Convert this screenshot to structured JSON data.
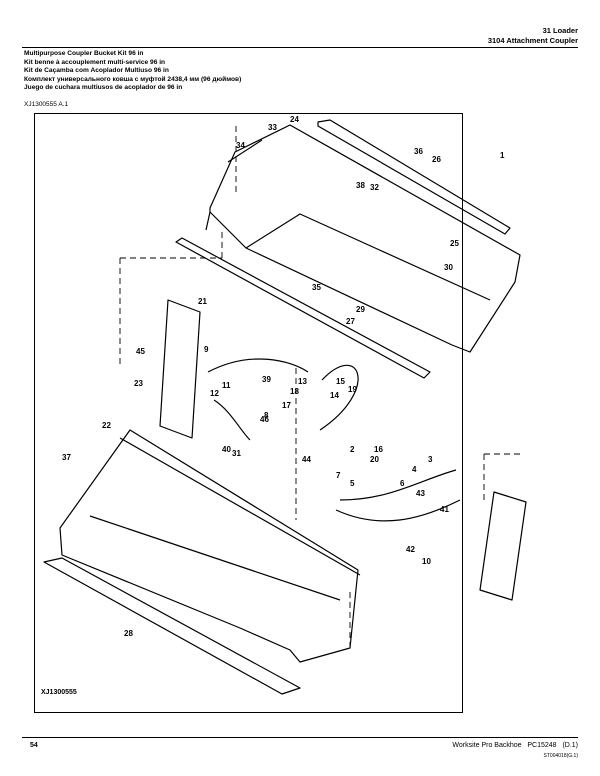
{
  "header": {
    "section": "31 Loader",
    "subsection": "3104 Attachment Coupler"
  },
  "titles": [
    "Multipurpose Coupler Bucket Kit 96 in",
    "Kit benne à accouplement multi-service 96 in",
    "Kit de Caçamba com Acoplador Multiuso 96 in",
    "Комплект универсального ковша с муфтой 2438,4 мм (96 дюймов)",
    "Juego de cuchara multiusos de acoplador de 96 in"
  ],
  "art_code_top": "XJ1300555 A.1",
  "art_code_bottom": "XJ1300555",
  "callouts": [
    "1",
    "2",
    "3",
    "4",
    "5",
    "6",
    "7",
    "8",
    "9",
    "10",
    "11",
    "12",
    "13",
    "14",
    "15",
    "16",
    "17",
    "18",
    "19",
    "20",
    "21",
    "22",
    "23",
    "24",
    "25",
    "26",
    "27",
    "28",
    "29",
    "30",
    "31",
    "32",
    "33",
    "34",
    "35",
    "36",
    "37",
    "38",
    "39",
    "40",
    "41",
    "42",
    "43",
    "44",
    "45",
    "46"
  ],
  "footer": {
    "page_number": "54",
    "book_title": "Worksite Pro Backhoe",
    "book_code": "PC15248",
    "book_rev": "(D.1)",
    "doc_code": "ST004018(G.1)"
  }
}
